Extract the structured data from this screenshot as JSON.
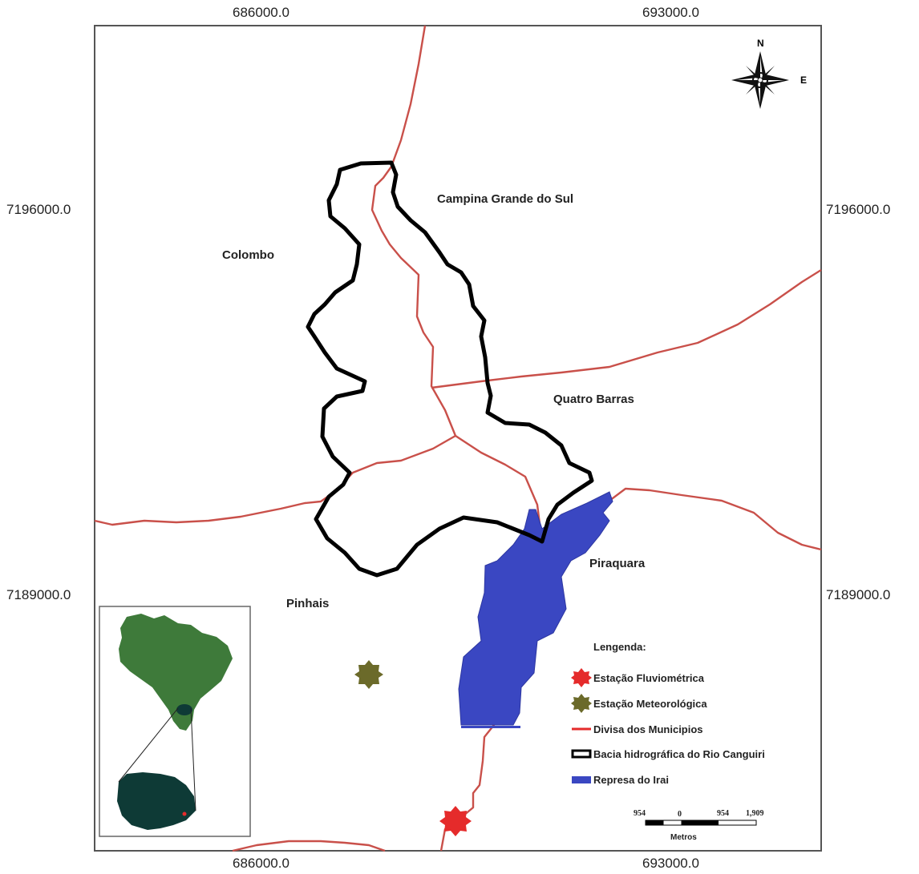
{
  "coordinates": {
    "top": [
      "686000.0",
      "693000.0"
    ],
    "bottom": [
      "686000.0",
      "693000.0"
    ],
    "left": [
      "7196000.0",
      "7189000.0"
    ],
    "right": [
      "7196000.0",
      "7189000.0"
    ]
  },
  "places": {
    "campina": "Campina Grande do Sul",
    "colombo": "Colombo",
    "quatro_barras": "Quatro Barras",
    "piraquara": "Piraquara",
    "pinhais": "Pinhais"
  },
  "compass": {
    "north": "N",
    "east": "E"
  },
  "legend": {
    "title": "Lengenda:",
    "items": {
      "fluviometrica": "Estação Fluviométrica",
      "meteorologica": "Estação Meteorológica",
      "divisa": "Divisa dos Municipios",
      "bacia": "Bacia hidrográfica do Rio Canguiri",
      "represa": "Represa do Irai"
    }
  },
  "scale": {
    "labels": [
      "954",
      "0",
      "954",
      "1,909"
    ],
    "unit": "Metros"
  },
  "colors": {
    "boundary": "#c9504a",
    "basin": "#000000",
    "reservoir": "#3a47c2",
    "fluviometric_station": "#e52b2b",
    "meteorological_station": "#6b6a2a",
    "inset_brazil": "#3e7a3a",
    "inset_parana": "#0e3a36"
  }
}
